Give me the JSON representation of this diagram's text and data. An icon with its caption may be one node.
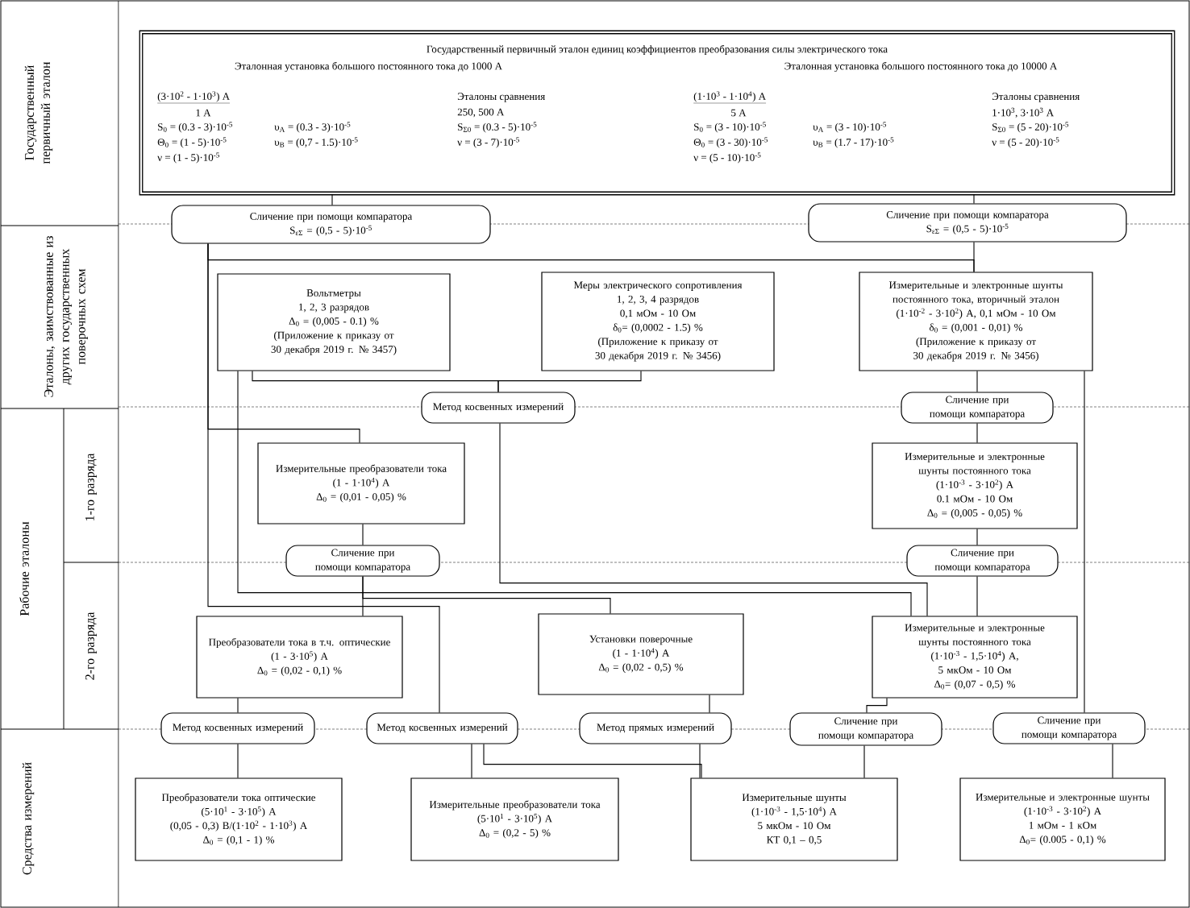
{
  "diagram": {
    "nodes": [
      {
        "text": [
          "Государственный первичный эталон единиц коэффициентов преобразования силы электрического тока",
          "Эталонная установка большого постоянного тока до 1000 А",
          "Эталонная установка большого постоянного тока до 10000 А",
          "(3·10$^{2}$ - 1·10$^{3}$) А",
          "1 А",
          "S$_{0}$ = (0.3 - 3)·10$^{-5}$",
          "Θ$_{0}$ = (1 - 5)·10$^{-5}$",
          "ν = (1 - 5)·10$^{-5}$",
          "υ$_{A}$ = (0.3 - 3)·10$^{-5}$",
          "υ$_{B}$ = (0,7 - 1.5)·10$^{-5}$",
          "Эталоны сравнения",
          "250, 500 А",
          "S$_{Σ0}$ = (0.3 - 5)·10$^{-5}$",
          "ν = (3 - 7)·10$^{-5}$",
          "(1·10$^{3}$ - 1·10$^{4}$) А",
          "5 А",
          "S$_{0}$ = (3 - 10)·10$^{-5}$",
          "Θ$_{0}$ = (3 - 30)·10$^{-5}$",
          "ν = (5 - 10)·10$^{-5}$",
          "υ$_{A}$ = (3 - 10)·10$^{-5}$",
          "υ$_{B}$ = (1.7 - 17)·10$^{-5}$",
          "Эталоны сравнения",
          "1·10$^{3}$, 3·10$^{3}$ А",
          "S$_{Σ0}$ = (5 - 20)·10$^{-5}$",
          "ν = (5 - 20)·10$^{-5}$"
        ]
      },
      {
        "text": [
          "Сличение при помощи компаратора",
          "S$_{εΣ}$ = (0,5 - 5)·10$^{-5}$"
        ]
      },
      {
        "text": [
          "Сличение при помощи компаратора",
          "S$_{εΣ}$ = (0,5 - 5)·10$^{-5}$"
        ]
      },
      {
        "text": [
          "Вольтметры",
          "1, 2, 3 разрядов",
          "Δ$_{0}$ = (0,005 - 0.1) %",
          "(Приложение к приказу от 30 декабря 2019 г. № 3457)"
        ]
      },
      {
        "text": [
          "Меры электрического сопротивления",
          "1, 2, 3, 4 разрядов",
          "0,1 мОм - 10 Ом",
          "δ$_{0}$= (0,0002 - 1.5) %",
          "(Приложение к приказу от 30 декабря 2019 г. № 3456)"
        ]
      },
      {
        "text": [
          "Измерительные и электронные шунты постоянного тока, вторичный эталон",
          "(1·10$^{-2}$ - 3·10$^{2}$) А, 0,1 мОм - 10 Ом",
          "δ$_{0}$ = (0,001 - 0,01) %",
          "(Приложение к приказу от 30 декабря 2019 г. № 3456)"
        ]
      },
      {
        "text": [
          "Метод косвенных измерений"
        ]
      },
      {
        "text": [
          "Сличение при помощи компаратора"
        ]
      },
      {
        "text": [
          "Измерительные преобразователи тока",
          "(1 - 1·10$^{4}$) А",
          "Δ$_{0}$ = (0,01 - 0,05) %"
        ]
      },
      {
        "text": [
          "Измерительные и электронные шунты постоянного тока",
          "(1·10$^{-3}$ - 3·10$^{2}$) А",
          "0.1 мОм - 10 Ом",
          "Δ$_{0}$ = (0,005 - 0,05) %"
        ]
      },
      {
        "text": [
          "Сличение при помощи компаратора"
        ]
      },
      {
        "text": [
          "Сличение при помощи компаратора"
        ]
      },
      {
        "text": [
          "Преобразователи тока в т.ч. оптические",
          "(1 - 3·10$^{5}$) А",
          "Δ$_{0}$ = (0,02 - 0,1) %"
        ]
      },
      {
        "text": [
          "Установки поверочные",
          "(1 - 1·10$^{4}$) А",
          "Δ$_{0}$ = (0,02 - 0,5) %"
        ]
      },
      {
        "text": [
          "Измерительные и электронные шунты постоянного тока",
          "(1·10$^{-3}$ - 1,5·10$^{4}$) А,",
          "5 мкОм - 10 Ом",
          "Δ$_{0}$= (0,07 - 0,5) %"
        ]
      },
      {
        "text": [
          "Метод косвенных измерений"
        ]
      },
      {
        "text": [
          "Метод косвенных измерений"
        ]
      },
      {
        "text": [
          "Метод прямых измерений"
        ]
      },
      {
        "text": [
          "Сличение при помощи компаратора"
        ]
      },
      {
        "text": [
          "Сличение при помощи компаратора"
        ]
      },
      {
        "text": [
          "Преобразователи тока оптические",
          "(5·10$^{1}$ - 3·10$^{5}$) А",
          "(0,05 - 0,3) В/(1·10$^{2}$ - 1·10$^{3}$) А",
          "Δ$_{0}$ = (0,1 - 1) %"
        ]
      },
      {
        "text": [
          "Измерительные преобразователи тока",
          "(5·10$^{1}$ - 3·10$^{5}$) А",
          "Δ$_{0}$ = (0,2 - 5) %"
        ]
      },
      {
        "text": [
          "Измерительные шунты",
          "(1·10$^{-3}$ - 1,5·10$^{4}$) А",
          "5 мкОм - 10 Ом",
          "КТ 0,1 – 0,5"
        ]
      },
      {
        "text": [
          "Измерительные и электронные шунты",
          "(1·10$^{-3}$ - 3·10$^{2}$) А",
          "1 мОм - 1 кОм",
          "Δ$_{0}$= (0.005 - 0,1) %"
        ]
      }
    ],
    "edges": [
      {
        "from": 0,
        "to": 1,
        "arrow": "none"
      },
      {
        "from": 0,
        "to": 2,
        "arrow": "none"
      },
      {
        "from": 1,
        "to": 5,
        "arrow": "none"
      },
      {
        "from": 2,
        "to": 5,
        "arrow": "none"
      },
      {
        "from": 1,
        "to": 8,
        "arrow": "none"
      },
      {
        "from": 1,
        "to": 16,
        "arrow": "none"
      },
      {
        "from": 3,
        "to": 6,
        "arrow": "none"
      },
      {
        "from": 4,
        "to": 6,
        "arrow": "none"
      },
      {
        "from": 3,
        "to": 14,
        "arrow": "none"
      },
      {
        "from": 6,
        "to": 14,
        "arrow": "none"
      },
      {
        "from": 5,
        "to": 7,
        "arrow": "none"
      },
      {
        "from": 7,
        "to": 9,
        "arrow": "none"
      },
      {
        "from": 9,
        "to": 11,
        "arrow": "none"
      },
      {
        "from": 11,
        "to": 14,
        "arrow": "none"
      },
      {
        "from": 5,
        "to": 19,
        "arrow": "none"
      },
      {
        "from": 8,
        "to": 10,
        "arrow": "none"
      },
      {
        "from": 10,
        "to": 12,
        "arrow": "none"
      },
      {
        "from": 10,
        "to": 13,
        "arrow": "none"
      },
      {
        "from": 12,
        "to": 15,
        "arrow": "none"
      },
      {
        "from": 13,
        "to": 17,
        "arrow": "none"
      },
      {
        "from": 14,
        "to": 18,
        "arrow": "none"
      },
      {
        "from": 15,
        "to": 20,
        "arrow": "none"
      },
      {
        "from": 16,
        "to": 21,
        "arrow": "none"
      },
      {
        "from": 16,
        "to": 22,
        "arrow": "none"
      },
      {
        "from": 17,
        "to": 22,
        "arrow": "none"
      },
      {
        "from": 18,
        "to": 22,
        "arrow": "none"
      },
      {
        "from": 19,
        "to": 23,
        "arrow": "none"
      }
    ],
    "labels": [
      "Государственный первичный эталон",
      "Эталоны, заимствованные из других государственных поверочных схем",
      "Рабочие эталоны",
      "1-го разряда",
      "2-го разряда",
      "Средства измерений"
    ]
  }
}
